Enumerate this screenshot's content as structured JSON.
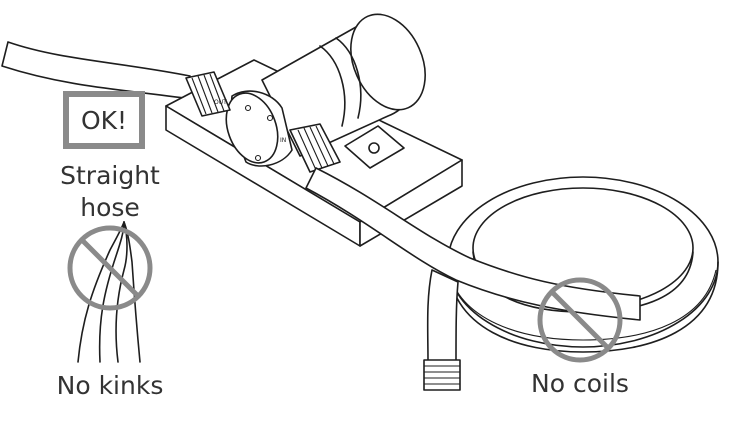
{
  "labels": {
    "ok": "OK!",
    "straight_line1": "Straight",
    "straight_line2": "hose",
    "no_kinks": "No kinks",
    "no_coils": "No coils",
    "port_out": "OUT",
    "port_in": "IN"
  },
  "colors": {
    "sign_gray": "#8a8a8a",
    "line": "#1e1e1e"
  },
  "icons": [
    "prohibition-sign-icon",
    "prohibition-sign-icon"
  ]
}
